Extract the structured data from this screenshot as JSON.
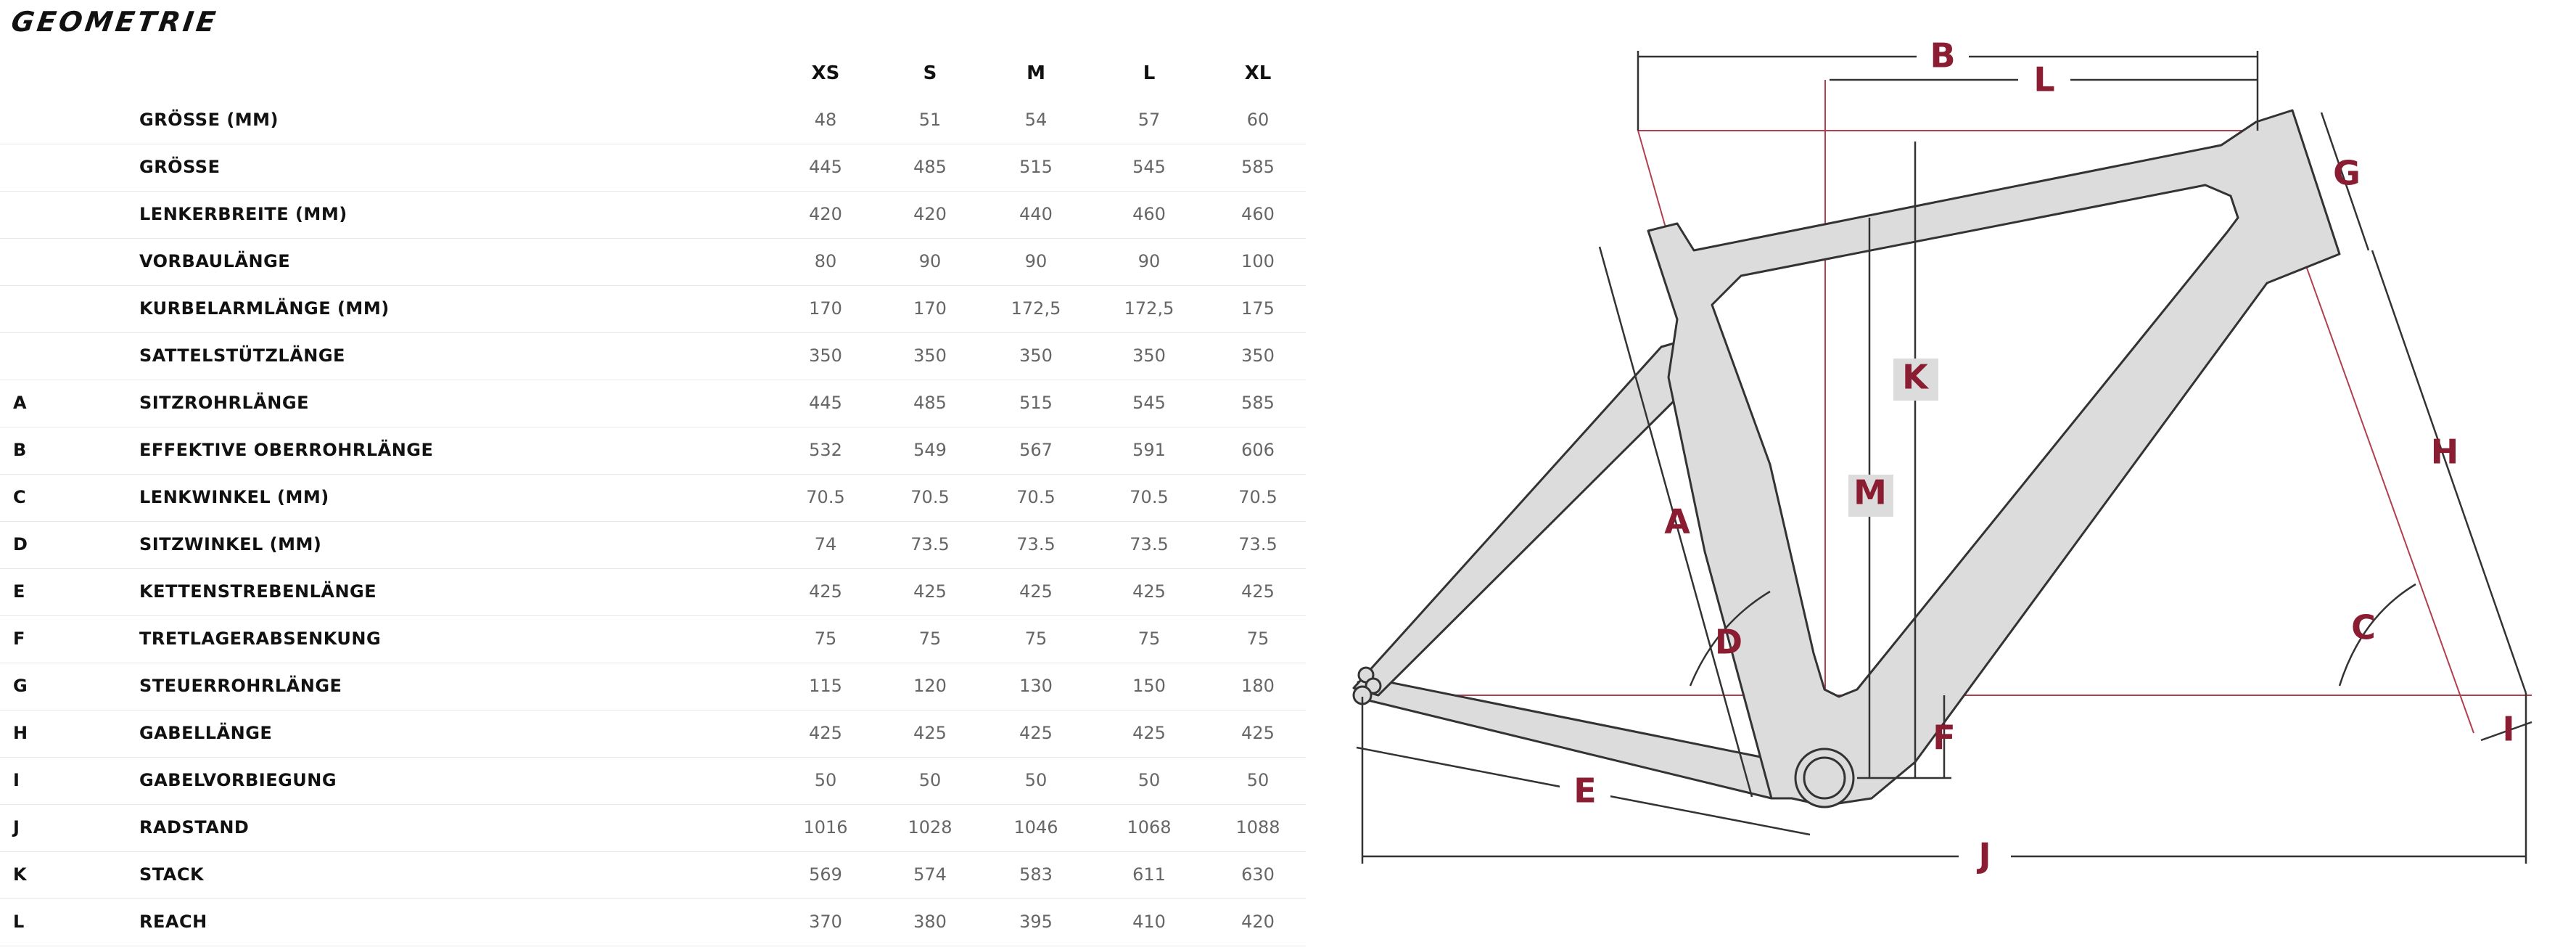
{
  "title": "GEOMETRIE",
  "sizes": [
    "XS",
    "S",
    "M",
    "L",
    "XL"
  ],
  "rows": [
    {
      "letter": "",
      "label": "GRÖSSE (MM)",
      "values": [
        "48",
        "51",
        "54",
        "57",
        "60"
      ]
    },
    {
      "letter": "",
      "label": "GRÖSSE",
      "values": [
        "445",
        "485",
        "515",
        "545",
        "585"
      ]
    },
    {
      "letter": "",
      "label": "LENKERBREITE (MM)",
      "values": [
        "420",
        "420",
        "440",
        "460",
        "460"
      ]
    },
    {
      "letter": "",
      "label": "VORBAULÄNGE",
      "values": [
        "80",
        "90",
        "90",
        "90",
        "100"
      ]
    },
    {
      "letter": "",
      "label": "KURBELARMLÄNGE (MM)",
      "values": [
        "170",
        "170",
        "172,5",
        "172,5",
        "175"
      ]
    },
    {
      "letter": "",
      "label": "SATTELSTÜTZLÄNGE",
      "values": [
        "350",
        "350",
        "350",
        "350",
        "350"
      ]
    },
    {
      "letter": "A",
      "label": "SITZROHRLÄNGE",
      "values": [
        "445",
        "485",
        "515",
        "545",
        "585"
      ]
    },
    {
      "letter": "B",
      "label": "EFFEKTIVE OBERROHRLÄNGE",
      "values": [
        "532",
        "549",
        "567",
        "591",
        "606"
      ]
    },
    {
      "letter": "C",
      "label": "LENKWINKEL (MM)",
      "values": [
        "70.5",
        "70.5",
        "70.5",
        "70.5",
        "70.5"
      ]
    },
    {
      "letter": "D",
      "label": "SITZWINKEL (MM)",
      "values": [
        "74",
        "73.5",
        "73.5",
        "73.5",
        "73.5"
      ]
    },
    {
      "letter": "E",
      "label": "KETTENSTREBENLÄNGE",
      "values": [
        "425",
        "425",
        "425",
        "425",
        "425"
      ]
    },
    {
      "letter": "F",
      "label": "TRETLAGERABSENKUNG",
      "values": [
        "75",
        "75",
        "75",
        "75",
        "75"
      ]
    },
    {
      "letter": "G",
      "label": "STEUERROHRLÄNGE",
      "values": [
        "115",
        "120",
        "130",
        "150",
        "180"
      ]
    },
    {
      "letter": "H",
      "label": "GABELLÄNGE",
      "values": [
        "425",
        "425",
        "425",
        "425",
        "425"
      ]
    },
    {
      "letter": "I",
      "label": "GABELVORBIEGUNG",
      "values": [
        "50",
        "50",
        "50",
        "50",
        "50"
      ]
    },
    {
      "letter": "J",
      "label": "RADSTAND",
      "values": [
        "1016",
        "1028",
        "1046",
        "1068",
        "1088"
      ]
    },
    {
      "letter": "K",
      "label": "STACK",
      "values": [
        "569",
        "574",
        "583",
        "611",
        "630"
      ]
    },
    {
      "letter": "L",
      "label": "REACH",
      "values": [
        "370",
        "380",
        "395",
        "410",
        "420"
      ]
    }
  ],
  "diagram": {
    "labels": [
      "A",
      "B",
      "C",
      "D",
      "E",
      "F",
      "G",
      "H",
      "I",
      "J",
      "K",
      "L",
      "M"
    ],
    "accent_color": "#8b1d32",
    "frame_fill": "#dcdcdc",
    "line_color": "#333333"
  }
}
